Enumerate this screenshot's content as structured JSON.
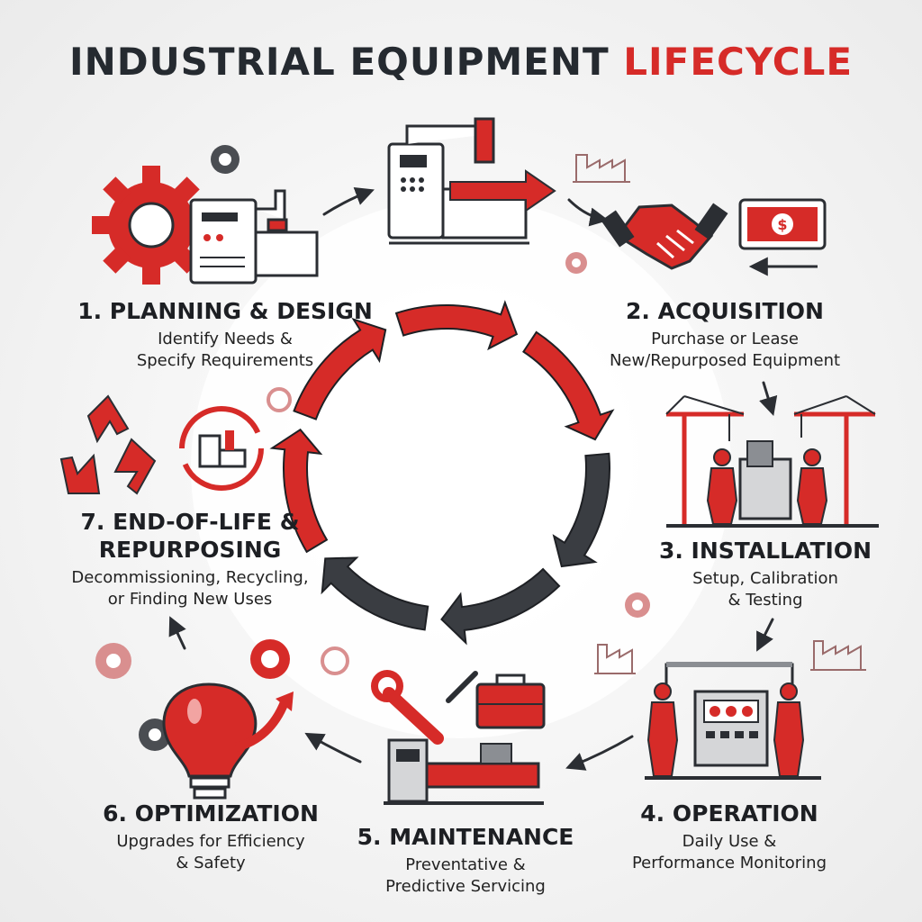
{
  "title": {
    "main": "INDUSTRIAL EQUIPMENT ",
    "accent": "LIFECYCLE"
  },
  "colors": {
    "red": "#d62b28",
    "dark": "#3a3d42",
    "gray": "#8b8e93",
    "light_gray": "#d9d9d9"
  },
  "stages": [
    {
      "heading": "1. PLANNING & DESIGN",
      "description_lines": [
        "Identify Needs &",
        "Specify Requirements"
      ],
      "icon": "design-machine-gear-icon"
    },
    {
      "heading": "2. ACQUISITION",
      "description_lines": [
        "Purchase or Lease",
        "New/Repurposed Equipment"
      ],
      "icon": "handshake-money-icon"
    },
    {
      "heading": "3. INSTALLATION",
      "description_lines": [
        "Setup, Calibration",
        "& Testing"
      ],
      "icon": "crane-workers-icon"
    },
    {
      "heading": "4. OPERATION",
      "description_lines": [
        "Daily Use &",
        "Performance Monitoring"
      ],
      "icon": "control-panel-workers-icon"
    },
    {
      "heading": "5. MAINTENANCE",
      "description_lines": [
        "Preventative &",
        "Predictive Servicing"
      ],
      "icon": "wrench-toolbox-lathe-icon"
    },
    {
      "heading": "6. OPTIMIZATION",
      "description_lines": [
        "Upgrades for Efficiency",
        "& Safety"
      ],
      "icon": "lightbulb-gears-icon"
    },
    {
      "heading": "7. END-OF-LIFE & REPURPOSING",
      "heading_lines": [
        "7. END-OF-LIFE &",
        "REPURPOSING"
      ],
      "description_lines": [
        "Decommissioning, Recycling,",
        "or Finding New Uses"
      ],
      "icon": "recycle-icon"
    }
  ]
}
